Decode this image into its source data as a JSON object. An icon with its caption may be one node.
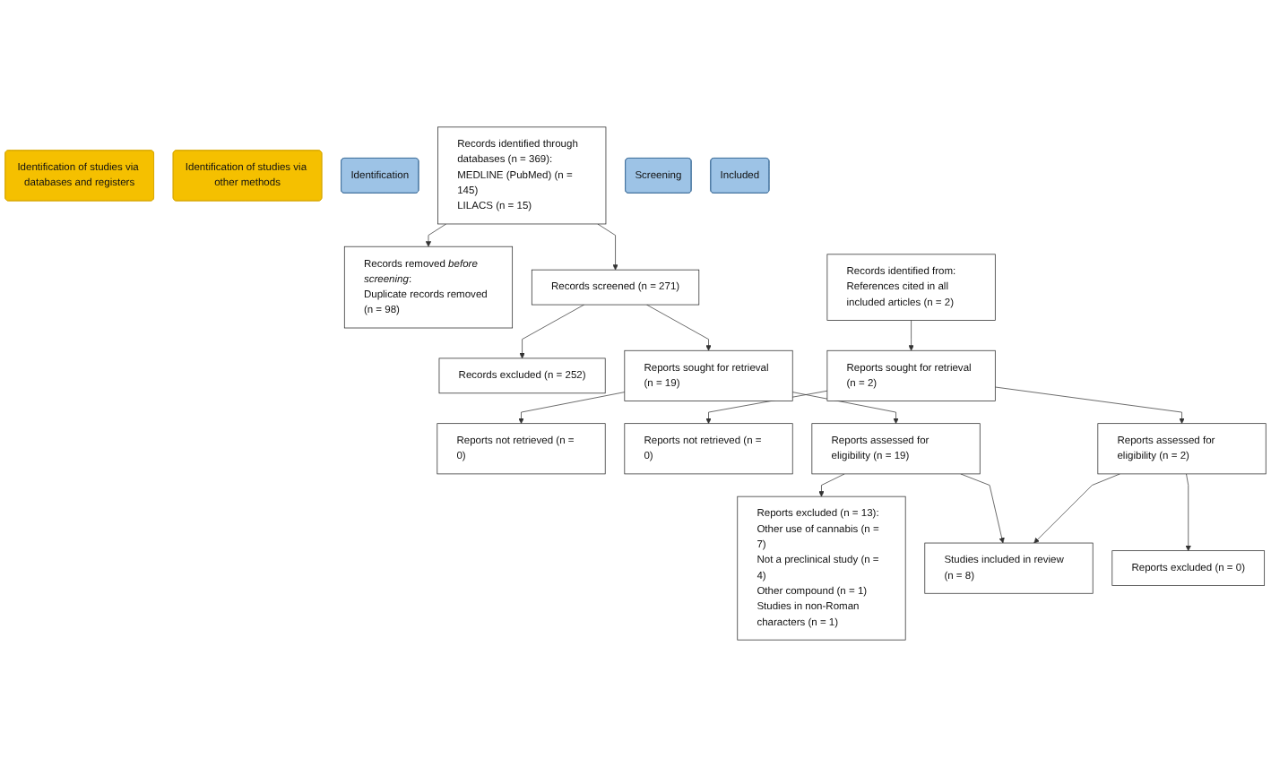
{
  "diagram": {
    "nodes": [
      {
        "text": [
          "Identification of studies via databases and registers"
        ]
      },
      {
        "text": [
          "Identification of studies via other methods"
        ]
      },
      {
        "text": [
          "Identification"
        ]
      },
      {
        "text": [
          "Records identified through databases (n = 369):",
          "MEDLINE (PubMed) (n = 145)",
          "LILACS (n = 15)"
        ]
      },
      {
        "text": [
          "Records removed *before screening*:",
          "Duplicate records removed (n = 98)"
        ]
      },
      {
        "text": [
          "Records identified from:",
          "References cited in all included articles (n = 2)"
        ]
      },
      {
        "text": [
          "Screening"
        ]
      },
      {
        "text": [
          "Records screened (n = 271)"
        ]
      },
      {
        "text": [
          "Records excluded (n = 252)"
        ]
      },
      {
        "text": [
          "Reports sought for retrieval (n = 19)"
        ]
      },
      {
        "text": [
          "Reports not retrieved (n = 0)"
        ]
      },
      {
        "text": [
          "Reports sought for retrieval (n = 2)"
        ]
      },
      {
        "text": [
          "Reports not retrieved (n = 0)"
        ]
      },
      {
        "text": [
          "Reports assessed for eligibility (n = 19)"
        ]
      },
      {
        "text": [
          "Reports excluded (n = 13):",
          "Other use of cannabis (n = 7)",
          "Not a preclinical study (n = 4)",
          "Other compound (n = 1)",
          "Studies in non-Roman characters (n = 1)"
        ]
      },
      {
        "text": [
          "Reports assessed for eligibility (n = 2)"
        ]
      },
      {
        "text": [
          "Reports excluded (n = 0)"
        ]
      },
      {
        "text": [
          "Included"
        ]
      },
      {
        "text": [
          "Studies included in review (n = 8)"
        ]
      }
    ],
    "edges": [
      {
        "from": 3,
        "to": 4,
        "arrow": "to"
      },
      {
        "from": 3,
        "to": 7,
        "arrow": "to"
      },
      {
        "from": 7,
        "to": 8,
        "arrow": "to"
      },
      {
        "from": 7,
        "to": 9,
        "arrow": "to"
      },
      {
        "from": 9,
        "to": 10,
        "arrow": "to"
      },
      {
        "from": 9,
        "to": 13,
        "arrow": "to"
      },
      {
        "from": 13,
        "to": 14,
        "arrow": "to"
      },
      {
        "from": 13,
        "to": 18,
        "arrow": "to"
      },
      {
        "from": 5,
        "to": 11,
        "arrow": "to"
      },
      {
        "from": 11,
        "to": 12,
        "arrow": "to"
      },
      {
        "from": 11,
        "to": 15,
        "arrow": "to"
      },
      {
        "from": 15,
        "to": 16,
        "arrow": "to"
      },
      {
        "from": 15,
        "to": 18,
        "arrow": "to"
      }
    ]
  }
}
